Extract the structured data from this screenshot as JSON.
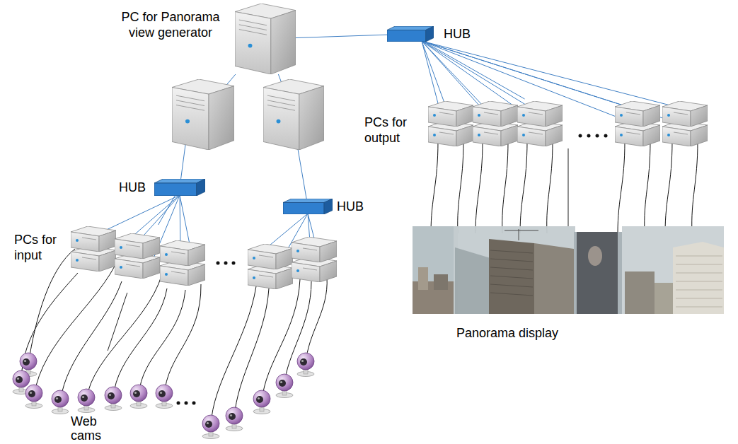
{
  "diagram": {
    "nodes": [
      {
        "text": [
          "PC for Panorama view generator"
        ]
      },
      {
        "text": [
          "HUB"
        ]
      },
      {
        "text": [
          "PCs for output"
        ]
      },
      {
        "text": [
          "Panorama display"
        ]
      },
      {
        "text": [
          "HUB"
        ]
      },
      {
        "text": [
          "HUB"
        ]
      },
      {
        "text": [
          "PCs for input"
        ]
      },
      {
        "text": [
          "Web cams"
        ]
      }
    ],
    "edges": [
      {
        "from": 0,
        "to": 1,
        "arrow": "none"
      },
      {
        "from": 1,
        "to": 2,
        "arrow": "none"
      },
      {
        "from": 0,
        "to": 4,
        "arrow": "none"
      },
      {
        "from": 0,
        "to": 5,
        "arrow": "none"
      },
      {
        "from": 4,
        "to": 6,
        "arrow": "none"
      },
      {
        "from": 6,
        "to": 7,
        "arrow": "none"
      },
      {
        "from": 2,
        "to": 3,
        "arrow": "none"
      }
    ]
  }
}
